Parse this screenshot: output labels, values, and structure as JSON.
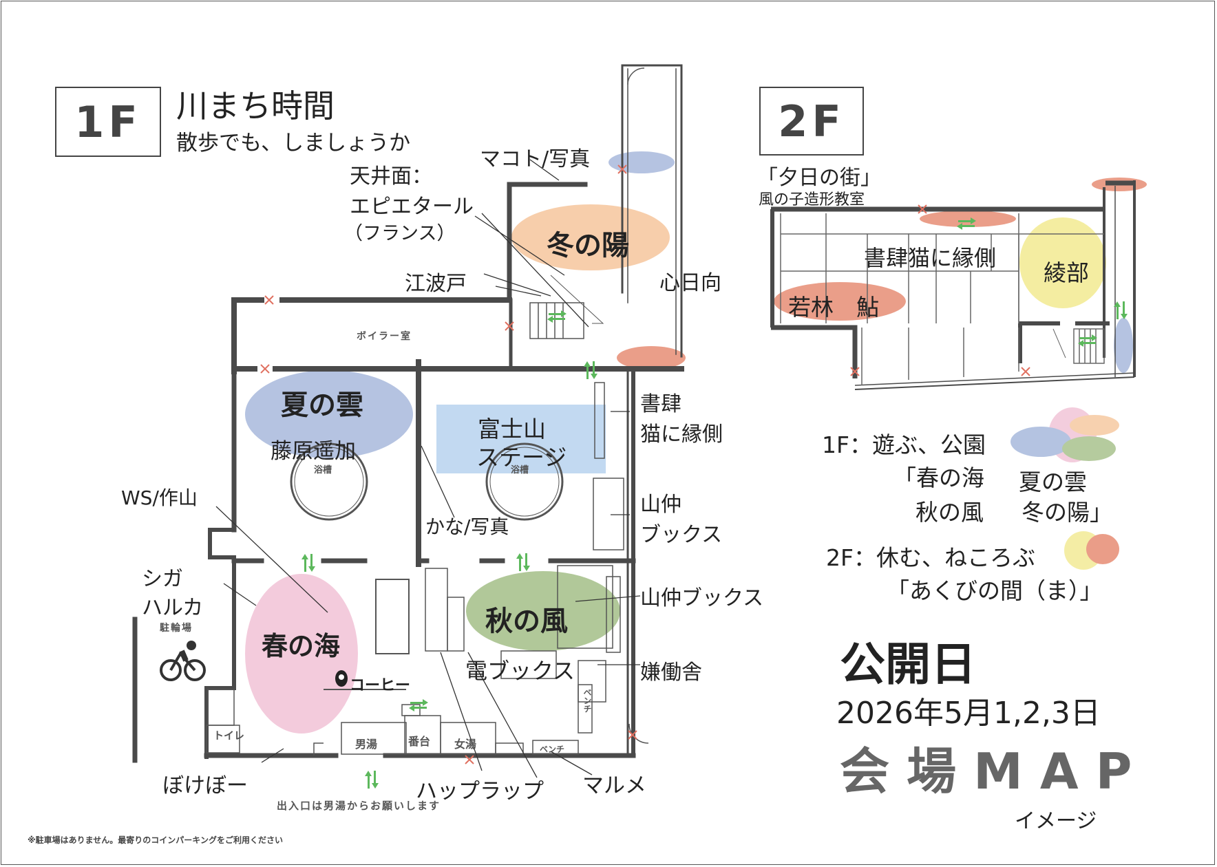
{
  "floor1": {
    "badge": "1F",
    "title": "川まち時間",
    "subtitle": "散歩でも、しましょうか",
    "rooms": {
      "boiler": "ボイラー室",
      "bath_left": "浴槽",
      "bath_right": "浴槽",
      "bicycle_parking": "駐輪場",
      "toilet": "トイレ",
      "mens_bath": "男湯",
      "bandai": "番台",
      "womens_bath": "女湯",
      "bench_1": "ベンチ",
      "bench_2": "ベンチ"
    },
    "exhibits": {
      "winter": "冬の陽",
      "summer": "夏の雲",
      "summer_artist": "藤原遥加",
      "fuji_line1": "富士山",
      "fuji_line2": "ステージ",
      "spring": "春の海",
      "autumn": "秋の風",
      "coffee": "コーヒー",
      "den_books": "電ブックス"
    },
    "labels": {
      "makoto": "マコト/写真",
      "ceiling_1": "天井面：",
      "ceiling_2": "エピエタール",
      "ceiling_3": "（フランス）",
      "enamido": "江波戸",
      "kokorohinata": "心日向",
      "shoshi_1": "書肆",
      "shoshi_2": "猫に縁側",
      "yamanaka_1": "山仲",
      "yamanaka_2": "ブックス",
      "yamanaka_full": "山仲ブックス",
      "kendosha": "嫌働舎",
      "ws_sakuyama": "WS/作山",
      "kana": "かな/写真",
      "shiga_1": "シガ",
      "shiga_2": "ハルカ",
      "bokebo": "ぼけぼー",
      "happurappu": "ハップラップ",
      "marume": "マルメ"
    },
    "entrance_note": "出入口は男湯からお願いします"
  },
  "floor2": {
    "badge": "2F",
    "yuuhi": "「夕日の街」",
    "kaze": "風の子造形教室",
    "shoshi": "書肆猫に縁側",
    "ayabe": "綾部",
    "wakabayashi": "若林　鮎"
  },
  "legend": {
    "f1_head": "1F：遊ぶ、公園",
    "f1_row1_a": "「春の海",
    "f1_row1_b": "夏の雲",
    "f1_row2_a": "秋の風",
    "f1_row2_b": "冬の陽」",
    "f2_head": "2F：休む、ねころぶ",
    "f2_row": "「あくびの間（ま）」"
  },
  "event": {
    "label": "公開日",
    "date": "2026年5月1,2,3日",
    "map_title": "会 場 M A P",
    "image_note": "イメージ"
  },
  "footnote": "※駐車場はありません。最寄りのコインパーキングをご利用ください",
  "colors": {
    "winter": "#f6c9a2",
    "summer": "#a8b9dc",
    "spring": "#f2c5d8",
    "autumn": "#a9c28e",
    "fuji": "#b7d2ee",
    "coral": "#e8937c",
    "yellow": "#f3ec9c",
    "blue": "#a8b9dc",
    "arrow_green": "#5cb85c",
    "closed_x": "#e07060",
    "wall": "#4a4a4a"
  }
}
